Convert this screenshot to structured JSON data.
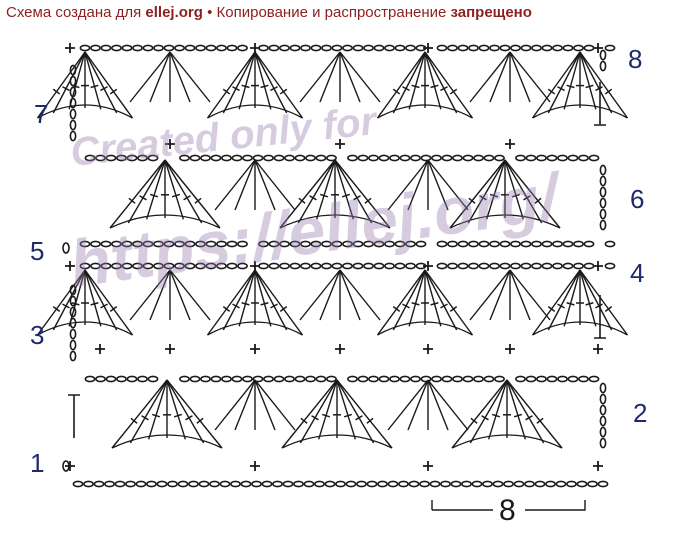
{
  "header": {
    "part1": "Схема создана для ",
    "site": "ellej.org",
    "part2": " • Копирование и распространение ",
    "forbidden": "запрещено"
  },
  "row_numbers": [
    "1",
    "2",
    "3",
    "4",
    "5",
    "6",
    "7",
    "8"
  ],
  "repeat_label": "8",
  "watermark": {
    "line1": "Created only for",
    "line2": "https://ellej.org/"
  },
  "colors": {
    "header": "#8c1f1f",
    "row_numbers": "#1f2a6e",
    "ink": "#1a1a1a",
    "watermark": "#9a7aae"
  }
}
